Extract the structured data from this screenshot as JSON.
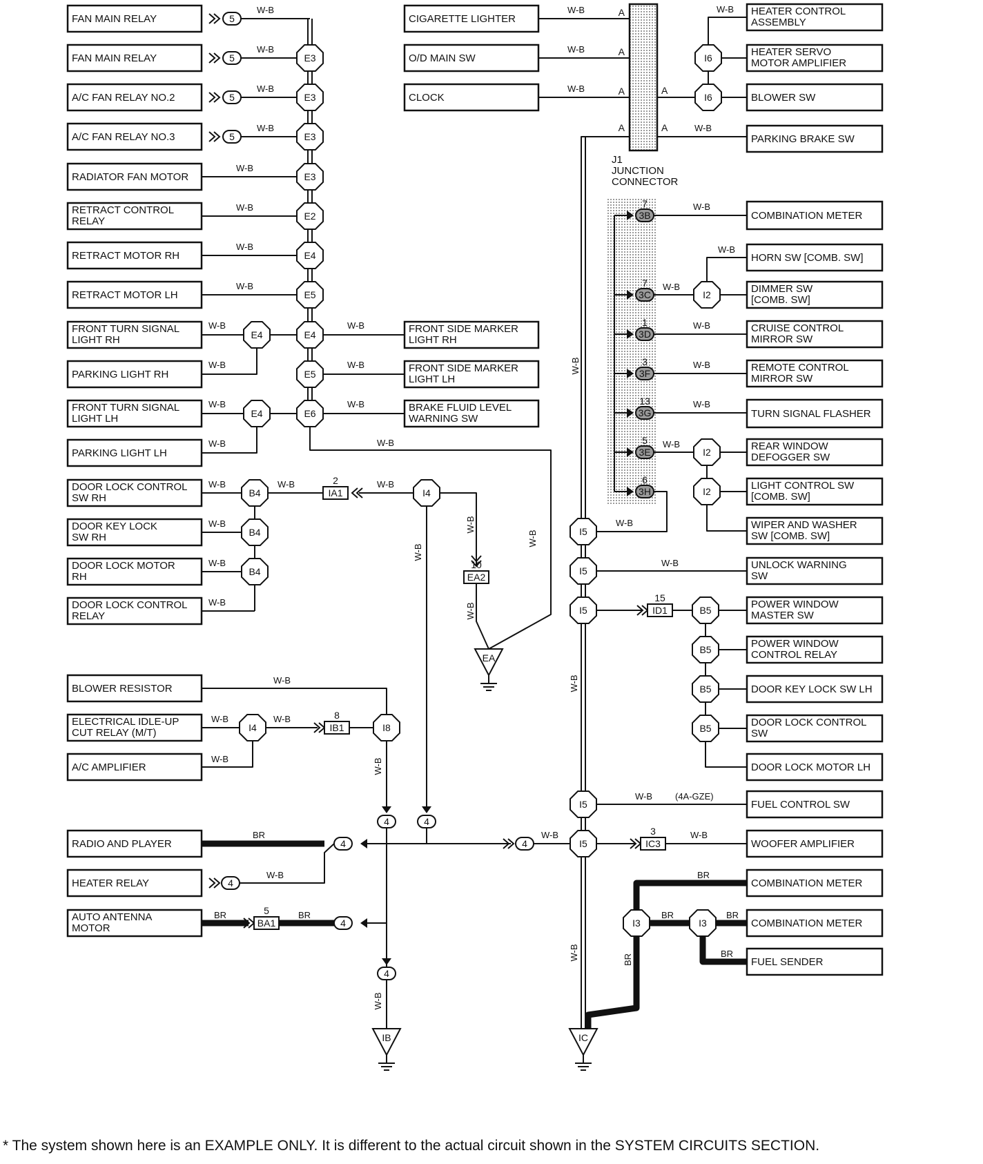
{
  "components": {
    "fan_main_relay_1": "FAN MAIN RELAY",
    "fan_main_relay_2": "FAN MAIN RELAY",
    "ac_fan_relay_2": "A/C FAN RELAY NO.2",
    "ac_fan_relay_3": "A/C FAN RELAY NO.3",
    "radiator_fan_motor": "RADIATOR FAN MOTOR",
    "retract_control_relay": [
      "RETRACT CONTROL",
      "RELAY"
    ],
    "retract_motor_rh": "RETRACT MOTOR RH",
    "retract_motor_lh": "RETRACT MOTOR LH",
    "front_turn_rh": [
      "FRONT TURN SIGNAL",
      "LIGHT RH"
    ],
    "parking_light_rh": "PARKING LIGHT RH",
    "front_turn_lh": [
      "FRONT TURN SIGNAL",
      "LIGHT LH"
    ],
    "parking_light_lh": "PARKING LIGHT LH",
    "door_lock_ctrl_sw_rh": [
      "DOOR LOCK CONTROL",
      "SW RH"
    ],
    "door_key_lock_sw_rh": [
      "DOOR KEY LOCK",
      "SW RH"
    ],
    "door_lock_motor_rh": [
      "DOOR LOCK MOTOR",
      "RH"
    ],
    "door_lock_ctrl_relay": [
      "DOOR LOCK CONTROL",
      "RELAY"
    ],
    "front_side_marker_rh": [
      "FRONT SIDE MARKER",
      "LIGHT RH"
    ],
    "front_side_marker_lh": [
      "FRONT SIDE MARKER",
      "LIGHT LH"
    ],
    "brake_fluid": [
      "BRAKE FLUID LEVEL",
      "WARNING SW"
    ],
    "cigarette_lighter": "CIGARETTE LIGHTER",
    "od_main_sw": "O/D MAIN SW",
    "clock": "CLOCK",
    "heater_control": [
      "HEATER CONTROL",
      "ASSEMBLY"
    ],
    "heater_servo": [
      "HEATER SERVO",
      "MOTOR AMPLIFIER"
    ],
    "blower_sw": "BLOWER SW",
    "parking_brake_sw": "PARKING BRAKE SW",
    "combination_meter_1": "COMBINATION METER",
    "horn_sw": "HORN SW [COMB. SW]",
    "dimmer_sw": [
      "DIMMER SW",
      "[COMB. SW]"
    ],
    "cruise_control_mirror": [
      "CRUISE CONTROL",
      "MIRROR SW"
    ],
    "remote_control_mirror": [
      "REMOTE CONTROL",
      "MIRROR SW"
    ],
    "turn_signal_flasher": "TURN SIGNAL FLASHER",
    "rear_window_defogger": [
      "REAR WINDOW",
      "DEFOGGER SW"
    ],
    "light_control_sw": [
      "LIGHT CONTROL SW",
      "[COMB. SW]"
    ],
    "wiper_washer_sw": [
      "WIPER AND WASHER",
      "SW [COMB. SW]"
    ],
    "unlock_warning_sw": [
      "UNLOCK WARNING",
      "SW"
    ],
    "power_window_master": [
      "POWER WINDOW",
      "MASTER SW"
    ],
    "power_window_relay": [
      "POWER WINDOW",
      "CONTROL RELAY"
    ],
    "door_key_lock_sw_lh": "DOOR KEY LOCK SW LH",
    "door_lock_ctrl_sw_lh": [
      "DOOR LOCK CONTROL",
      "SW"
    ],
    "door_lock_motor_lh": "DOOR LOCK MOTOR LH",
    "fuel_control_sw": "FUEL CONTROL SW",
    "woofer_amplifier": "WOOFER AMPLIFIER",
    "combination_meter_2": "COMBINATION METER",
    "combination_meter_3": "COMBINATION METER",
    "fuel_sender": "FUEL SENDER",
    "blower_resistor": "BLOWER RESISTOR",
    "electrical_idle_up": [
      "ELECTRICAL IDLE-UP",
      "CUT RELAY (M/T)"
    ],
    "ac_amplifier": "A/C AMPLIFIER",
    "radio_and_player": "RADIO AND PLAYER",
    "heater_relay": "HEATER RELAY",
    "auto_antenna_motor": [
      "AUTO ANTENNA",
      "MOTOR"
    ]
  },
  "wire_colors": {
    "wb": "W-B",
    "br": "BR",
    "wb_gze": "(4A-GZE)"
  },
  "splices": {
    "E3": "E3",
    "E2": "E2",
    "E4": "E4",
    "E5": "E5",
    "E6": "E6",
    "B4": "B4",
    "B5": "B5",
    "I4": "I4",
    "I5": "I5",
    "I6": "I6",
    "I2": "I2",
    "I3": "I3",
    "I8": "I8"
  },
  "connectors": {
    "five": "5",
    "four": "4",
    "IA1": "IA1",
    "IA1_pin": "2",
    "EA2": "EA2",
    "EA2_pin": "10",
    "ID1": "ID1",
    "ID1_pin": "15",
    "IB1": "IB1",
    "IB1_pin": "8",
    "IC3": "IC3",
    "IC3_pin": "3",
    "BA1": "BA1",
    "BA1_pin": "5",
    "3B": "3B",
    "3B_pin": "7",
    "3C": "3C",
    "3C_pin": "7",
    "3D": "3D",
    "3D_pin": "1",
    "3F": "3F",
    "3F_pin": "3",
    "3G": "3G",
    "3G_pin": "13",
    "3E": "3E",
    "3E_pin": "5",
    "3H": "3H",
    "3H_pin": "6"
  },
  "junction": {
    "code": "J1",
    "name_1": "JUNCTION",
    "name_2": "CONNECTOR",
    "terminal": "A"
  },
  "grounds": {
    "EA": "EA",
    "IB": "IB",
    "IC": "IC"
  },
  "footnote": "* The system shown here is an EXAMPLE ONLY. It is different to the actual circuit shown in the SYSTEM CIRCUITS SECTION.",
  "colors": {
    "ink": "#111111",
    "shade": "#c8c8c8"
  }
}
